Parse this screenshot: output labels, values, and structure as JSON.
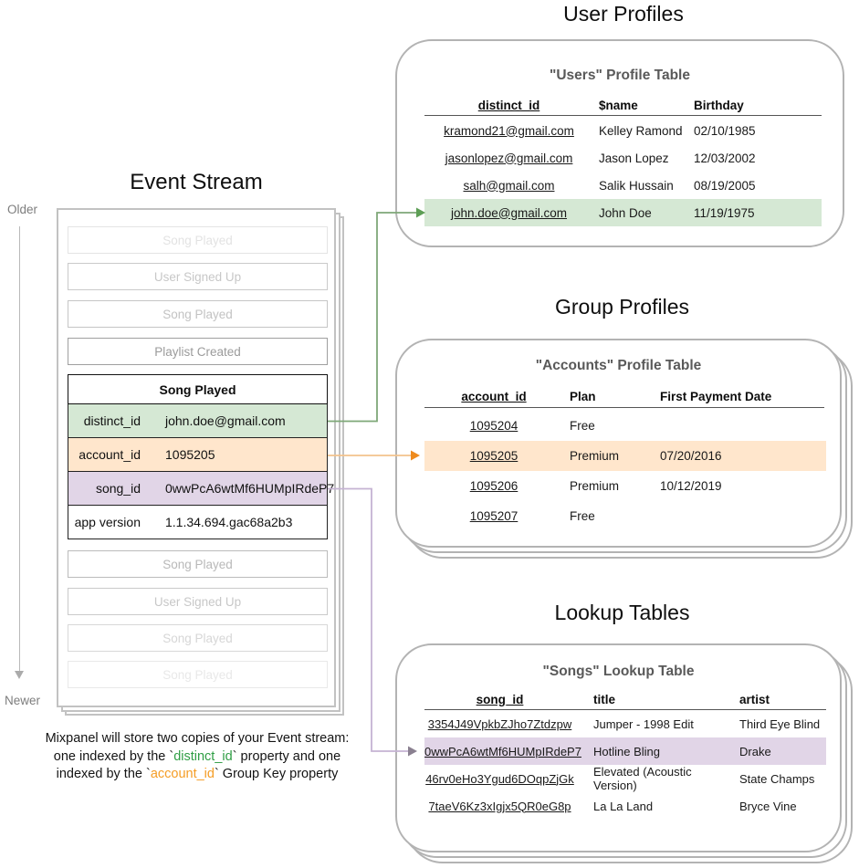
{
  "palette": {
    "green_fill": "#d5e8d4",
    "orange_fill": "#ffe6cc",
    "purple_fill": "#e1d5e7",
    "green_arrow": "#7fa878",
    "green_arrowhead": "#5d9e55",
    "orange_arrow": "#f2c28c",
    "orange_arrowhead": "#ee8a1d",
    "purple_arrow": "#c5b3d3",
    "purple_arrowhead": "#8a8090",
    "caption_green": "#2f9e44",
    "caption_orange": "#f59d25"
  },
  "event_stream": {
    "title": "Event Stream",
    "older_label": "Older",
    "newer_label": "Newer",
    "events_before": [
      {
        "label": "Song Played"
      },
      {
        "label": "User Signed Up"
      },
      {
        "label": "Song Played"
      },
      {
        "label": "Playlist Created"
      }
    ],
    "detail_card": {
      "title": "Song Played",
      "rows": [
        {
          "key": "distinct_id",
          "value": "john.doe@gmail.com"
        },
        {
          "key": "account_id",
          "value": "1095205"
        },
        {
          "key": "song_id",
          "value": "0wwPcA6wtMf6HUMpIRdeP7"
        },
        {
          "key": "app version",
          "value": "1.1.34.694.gac68a2b3"
        }
      ]
    },
    "events_after": [
      {
        "label": "Song Played"
      },
      {
        "label": "User Signed Up"
      },
      {
        "label": "Song Played"
      },
      {
        "label": "Song Played"
      }
    ]
  },
  "user_profiles": {
    "section_title": "User Profiles",
    "table_title": "\"Users\" Profile Table",
    "columns": [
      "distinct_id",
      "$name",
      "Birthday"
    ],
    "rows": [
      [
        "kramond21@gmail.com",
        "Kelley Ramond",
        "02/10/1985"
      ],
      [
        "jasonlopez@gmail.com",
        "Jason Lopez",
        "12/03/2002"
      ],
      [
        "salh@gmail.com",
        "Salik Hussain",
        "08/19/2005"
      ],
      [
        "john.doe@gmail.com",
        "John Doe",
        "11/19/1975"
      ]
    ],
    "highlighted_row": 3
  },
  "group_profiles": {
    "section_title": "Group Profiles",
    "table_title": "\"Accounts\" Profile Table",
    "columns": [
      "account_id",
      "Plan",
      "First Payment Date"
    ],
    "rows": [
      [
        "1095204",
        "Free",
        ""
      ],
      [
        "1095205",
        "Premium",
        "07/20/2016"
      ],
      [
        "1095206",
        "Premium",
        "10/12/2019"
      ],
      [
        "1095207",
        "Free",
        ""
      ]
    ],
    "highlighted_row": 1
  },
  "lookup_tables": {
    "section_title": "Lookup Tables",
    "table_title": "\"Songs\" Lookup Table",
    "columns": [
      "song_id",
      "title",
      "artist"
    ],
    "rows": [
      [
        "3354J49VpkbZJho7Ztdzpw",
        "Jumper - 1998 Edit",
        "Third Eye Blind"
      ],
      [
        "0wwPcA6wtMf6HUMpIRdeP7",
        "Hotline Bling",
        "Drake"
      ],
      [
        "46rv0eHo3Ygud6DOqpZjGk",
        "Elevated (Acoustic Version)",
        "State Champs"
      ],
      [
        "7taeV6Kz3xIgjx5QR0eG8p",
        "La La Land",
        "Bryce Vine"
      ]
    ],
    "highlighted_row": 1
  },
  "caption": {
    "line1": "Mixpanel will store two copies of your Event stream:",
    "line2_prefix": "one indexed by the `",
    "line2_highlight": "distinct_id",
    "line2_suffix": "` property and one",
    "line3_prefix": "indexed by the `",
    "line3_highlight": "account_id",
    "line3_suffix": "` Group Key property"
  }
}
